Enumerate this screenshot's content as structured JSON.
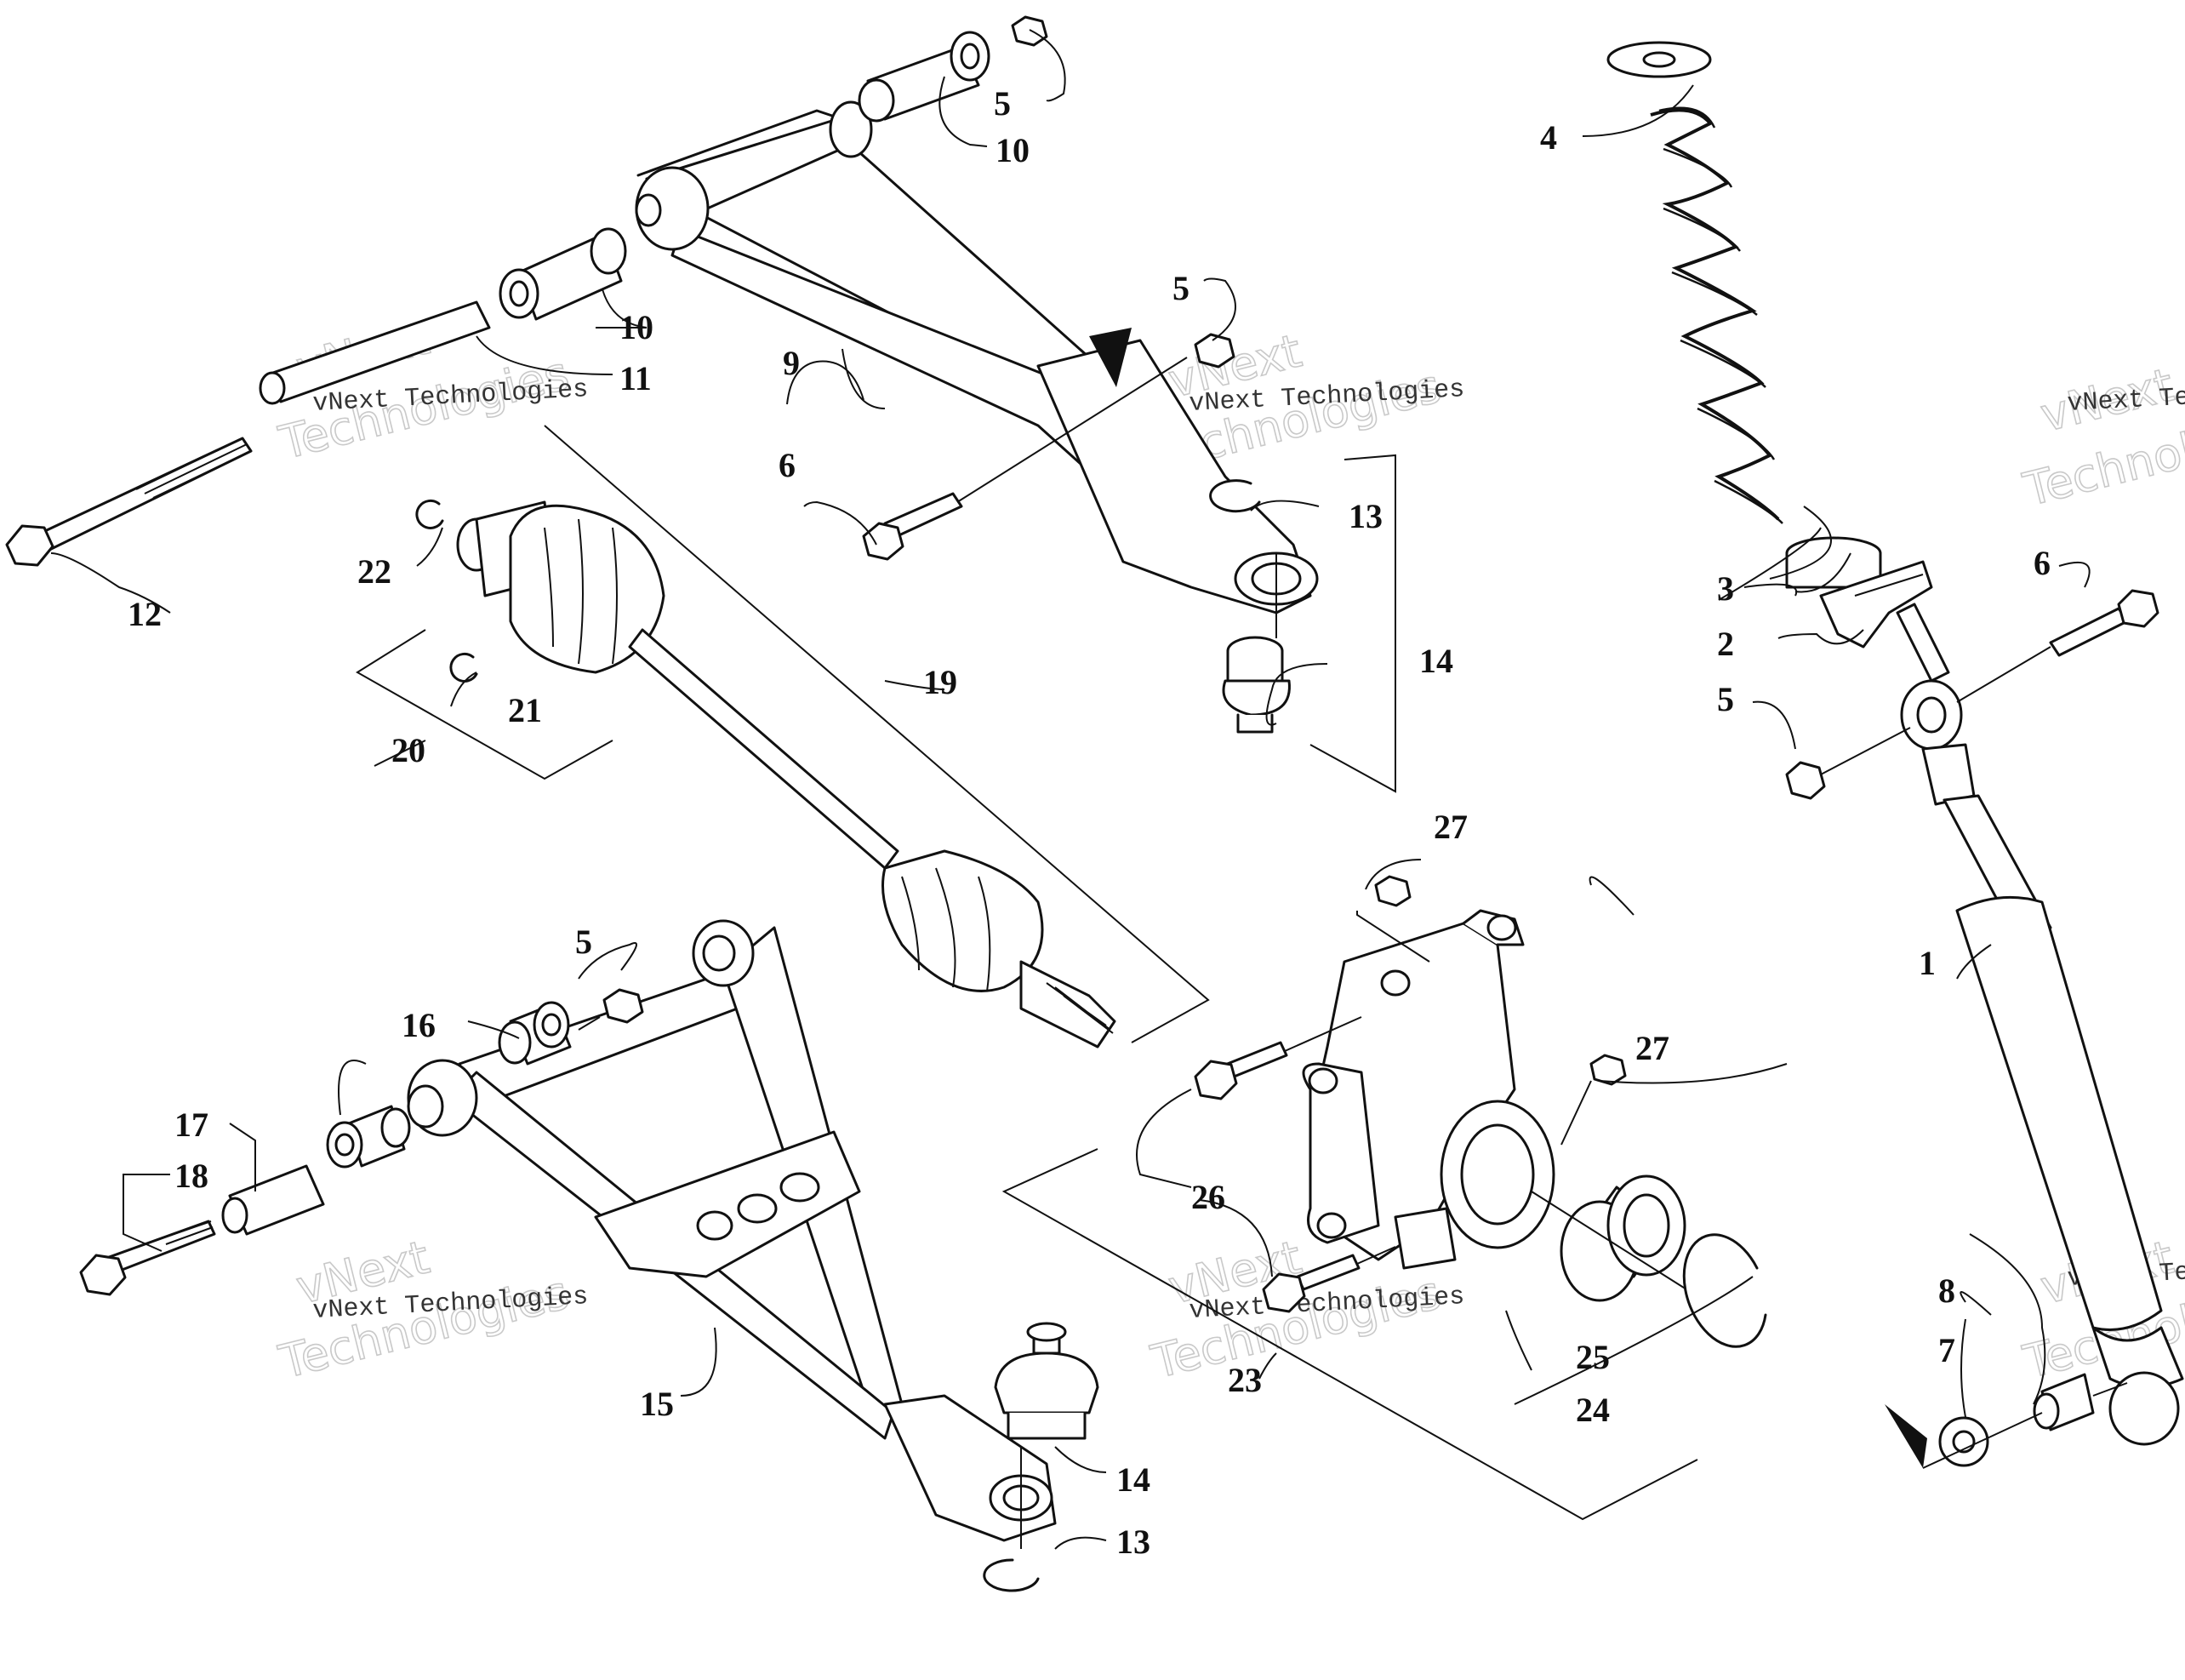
{
  "diagram": {
    "callouts": {
      "c1": "1",
      "c2": "2",
      "c3": "3",
      "c4": "4",
      "c5a": "5",
      "c5b": "5",
      "c5c": "5",
      "c5d": "5",
      "c6a": "6",
      "c6b": "6",
      "c7": "7",
      "c8": "8",
      "c9": "9",
      "c10a": "10",
      "c10b": "10",
      "c11": "11",
      "c12": "12",
      "c13a": "13",
      "c13b": "13",
      "c14a": "14",
      "c14b": "14",
      "c15": "15",
      "c16": "16",
      "c17": "17",
      "c18": "18",
      "c19": "19",
      "c20": "20",
      "c21": "21",
      "c22": "22",
      "c23": "23",
      "c24": "24",
      "c25": "25",
      "c26": "26",
      "c27a": "27",
      "c27b": "27"
    },
    "watermark": {
      "line1": "vNext",
      "line2": "vNext Technologies",
      "line3": "Technologies"
    }
  }
}
